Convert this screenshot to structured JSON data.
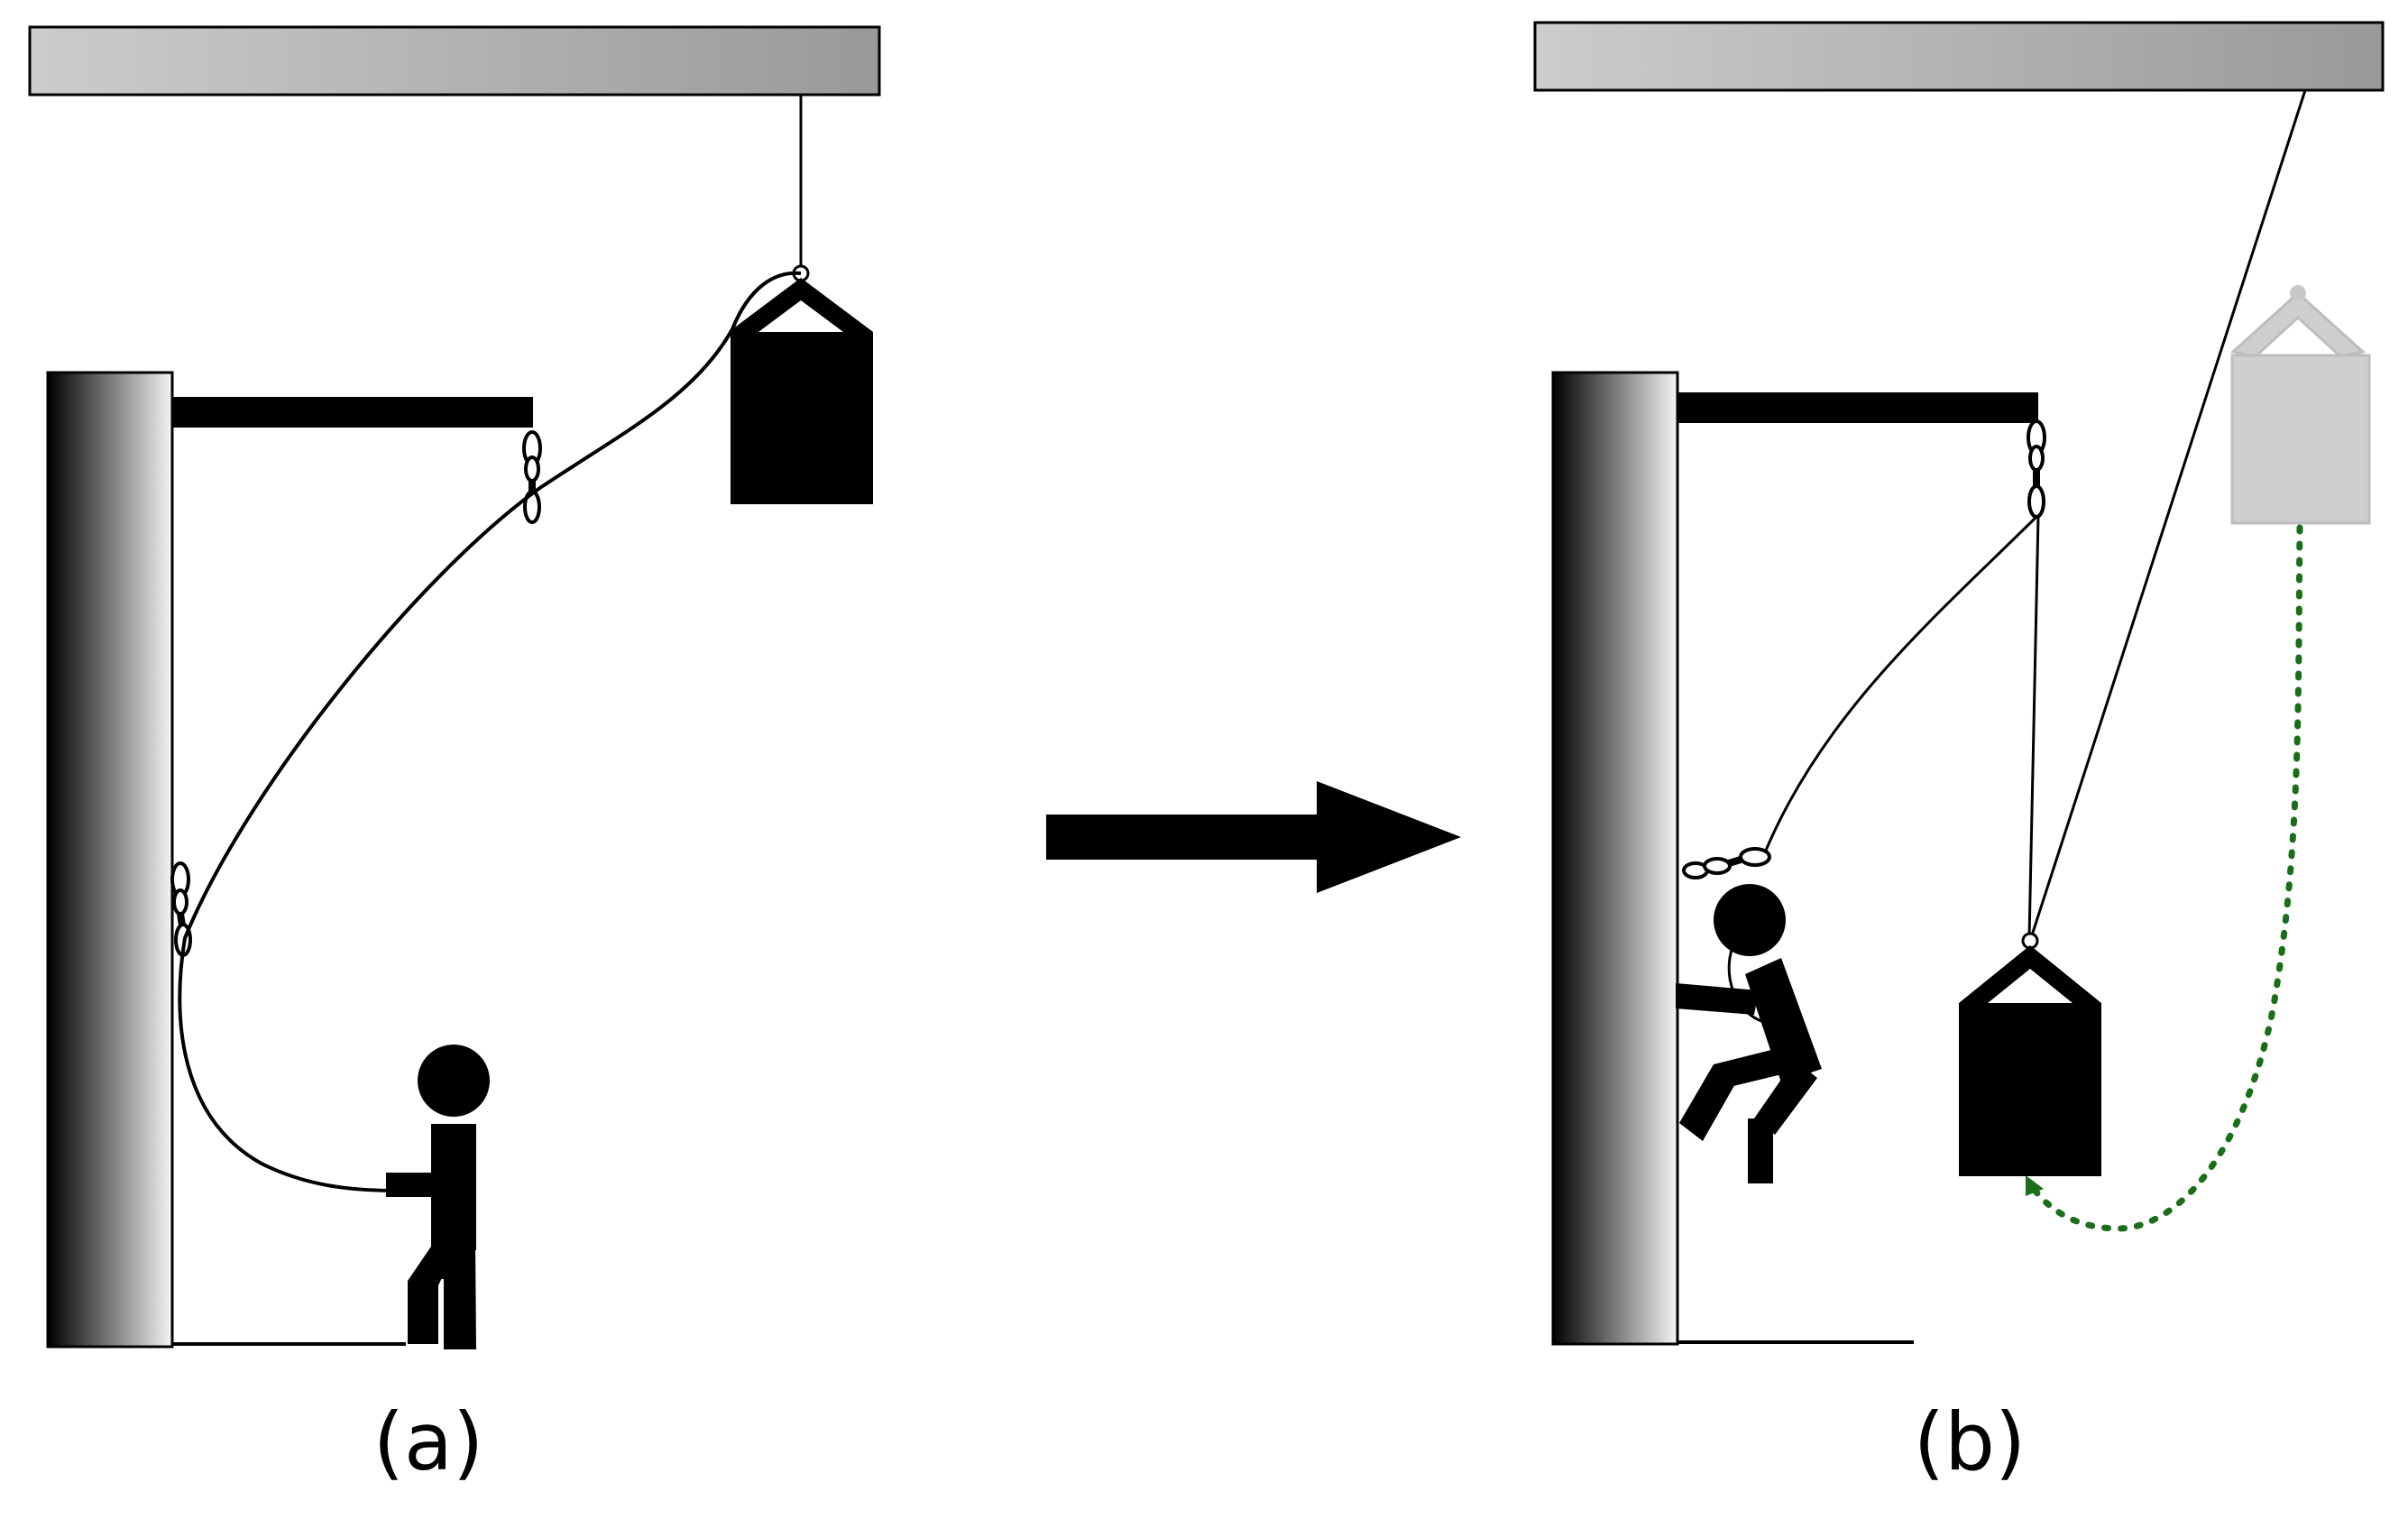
{
  "panels": [
    {
      "id": "a",
      "caption": "(a)"
    },
    {
      "id": "b",
      "caption": "(b)"
    }
  ],
  "colors": {
    "ink": "#000000",
    "ceiling_light": "#cccccc",
    "ceiling_dark": "#999999",
    "ghost_fill": "#cfcfcf",
    "ghost_stroke": "#bdbdbd",
    "trajectory": "#1a6e1a"
  },
  "icons": [
    "person-icon",
    "climber-icon",
    "weight-bag-icon",
    "carabiner-icon",
    "arrow-right-icon"
  ]
}
